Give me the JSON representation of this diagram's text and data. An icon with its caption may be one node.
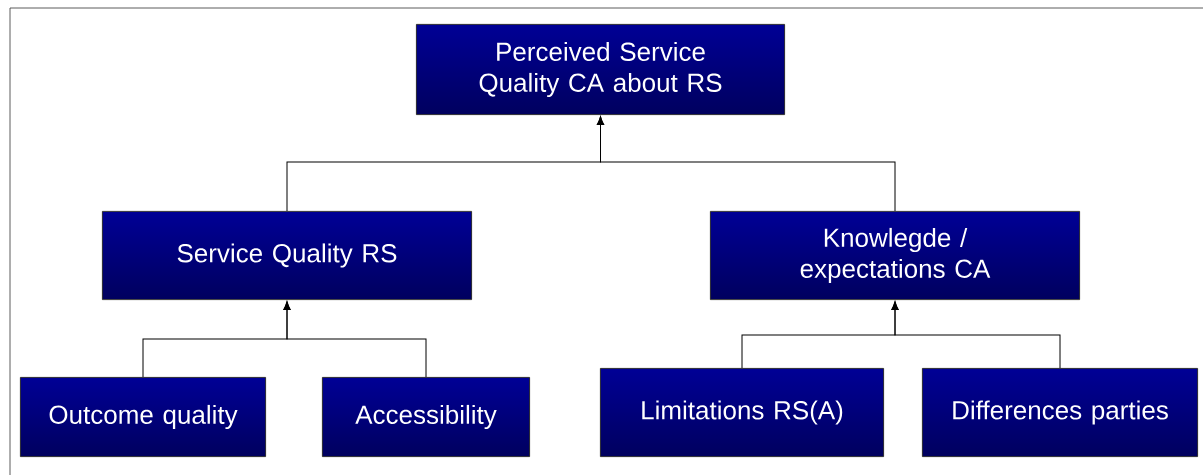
{
  "diagram": {
    "nodes": [
      {
        "text": [
          "Perceived Service Quality CA about RS"
        ]
      },
      {
        "text": [
          "Service Quality RS"
        ]
      },
      {
        "text": [
          "Knowlegde / expectations CA"
        ]
      },
      {
        "text": [
          "Outcome quality"
        ]
      },
      {
        "text": [
          "Accessibility"
        ]
      },
      {
        "text": [
          "Limitations RS(A)"
        ]
      },
      {
        "text": [
          "Differences parties"
        ]
      }
    ],
    "edges": [
      {
        "from": 1,
        "to": 0,
        "arrow": "to"
      },
      {
        "from": 2,
        "to": 0,
        "arrow": "to"
      },
      {
        "from": 3,
        "to": 1,
        "arrow": "to"
      },
      {
        "from": 4,
        "to": 1,
        "arrow": "to"
      },
      {
        "from": 5,
        "to": 2,
        "arrow": "to"
      },
      {
        "from": 6,
        "to": 2,
        "arrow": "to"
      }
    ]
  }
}
